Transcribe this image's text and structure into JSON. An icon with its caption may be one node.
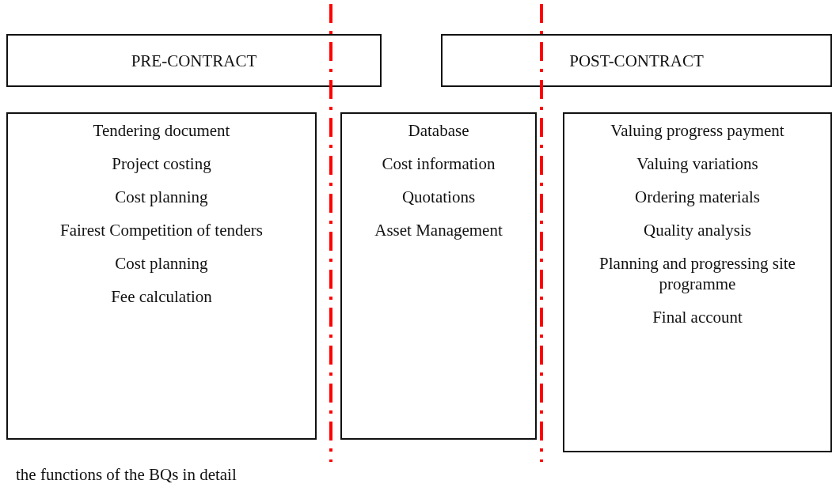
{
  "diagram": {
    "nodes": [
      {
        "text": [
          "PRE-CONTRACT"
        ]
      },
      {
        "text": [
          "POST-CONTRACT"
        ]
      },
      {
        "text": [
          "Tendering document",
          "Project costing",
          "Cost planning",
          "Fairest Competition of tenders",
          "Cost planning",
          "Fee calculation"
        ]
      },
      {
        "text": [
          "Database",
          "Cost information",
          "Quotations",
          "Asset Management"
        ]
      },
      {
        "text": [
          "Valuing progress payment",
          "Valuing variations",
          "Ordering materials",
          "Quality analysis",
          "Planning and progressing site programme",
          "Final account"
        ]
      }
    ],
    "edges": [],
    "labels": [
      "the functions of the BQs in detail"
    ]
  }
}
